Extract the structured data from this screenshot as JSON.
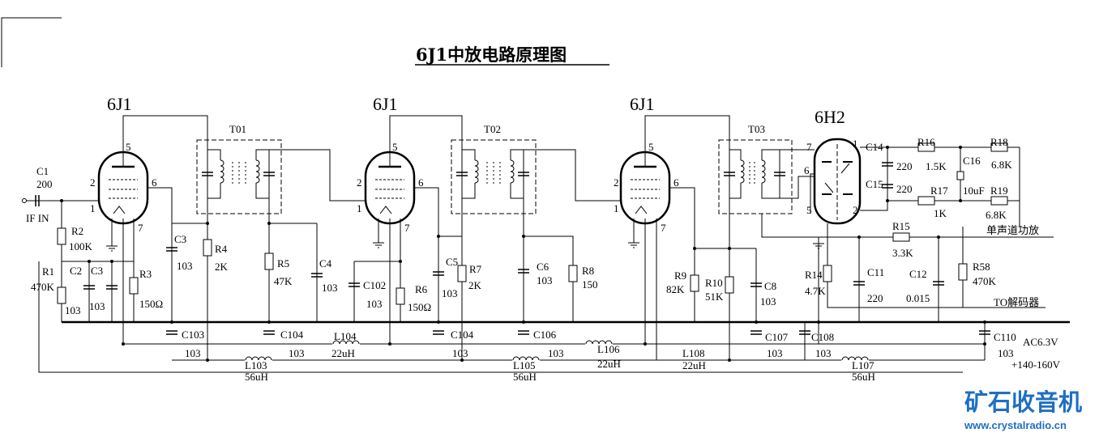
{
  "title": "6J1中放电路原理图",
  "tubes": {
    "v1": "6J1",
    "v2": "6J1",
    "v3": "6J1",
    "v4": "6H2"
  },
  "transformers": {
    "t1": "T01",
    "t2": "T02",
    "t3": "T03"
  },
  "pins": {
    "p1": "1",
    "p2": "2",
    "p5": "5",
    "p6": "6",
    "p7": "7"
  },
  "input": {
    "c1": "C1",
    "c1v": "200",
    "ifin": "IF IN"
  },
  "stage1": {
    "r2": "R2",
    "r2v": "100K",
    "r1": "R1",
    "r1v": "470K",
    "c2": "C2",
    "c2v": "103",
    "c3a": "C3",
    "c3av": "103",
    "r3": "R3",
    "r3v": "150Ω",
    "c3b": "C3",
    "c3bv": "103",
    "r4": "R4",
    "r4v": "2K",
    "r5": "R5",
    "r5v": "47K",
    "c4": "C4",
    "c4v": "103"
  },
  "stage2": {
    "c102": "C102",
    "c102v": "103",
    "r6": "R6",
    "r6v": "150Ω",
    "c5": "C5",
    "c5v": "103",
    "r7": "R7",
    "r7v": "2K",
    "c6": "C6",
    "c6v": "103",
    "r8": "R8",
    "r8v": "150"
  },
  "stage3": {
    "r9": "R9",
    "r9v": "82K",
    "r10": "R10",
    "r10v": "51K",
    "c8": "C8",
    "c8v": "103"
  },
  "detector": {
    "c14": "C14",
    "c14v": "220",
    "c15": "C15",
    "c15v": "220",
    "r16": "R16",
    "r16v": "1.5K",
    "r17": "R17",
    "r17v": "1K",
    "c16": "C16",
    "c16v": "10uF",
    "r18": "R18",
    "r18v": "6.8K",
    "r19": "R19",
    "r19v": "6.8K",
    "r15": "R15",
    "r15v": "3.3K",
    "r14": "R14",
    "r14v": "4.7K",
    "c11": "C11",
    "c11v": "220",
    "c12": "C12",
    "c12v": "0.015",
    "r58": "R58",
    "r58v": "470K",
    "mono": "单声道功放",
    "decoder": "TO解码器"
  },
  "supply": {
    "c103": "C103",
    "c103v": "103",
    "c104a": "C104",
    "c104av": "103",
    "c104b": "C104",
    "c104bv": "103",
    "c106": "C106",
    "c106v": "103",
    "c107": "C107",
    "c107v": "103",
    "c108": "C108",
    "c108v": "103",
    "c110": "C110",
    "c110v": "103",
    "l103": "L103",
    "l103v": "56uH",
    "l104": "L104",
    "l104v": "22uH",
    "l105": "L105",
    "l105v": "56uH",
    "l106": "L106",
    "l106v": "22uH",
    "l107": "L107",
    "l107v": "56uH",
    "l108": "L108",
    "l108v": "22uH",
    "ac": "AC6.3V",
    "hv": "+140-160V"
  },
  "logo": {
    "name": "矿石收音机",
    "url": "www.crystalradio.cn"
  }
}
